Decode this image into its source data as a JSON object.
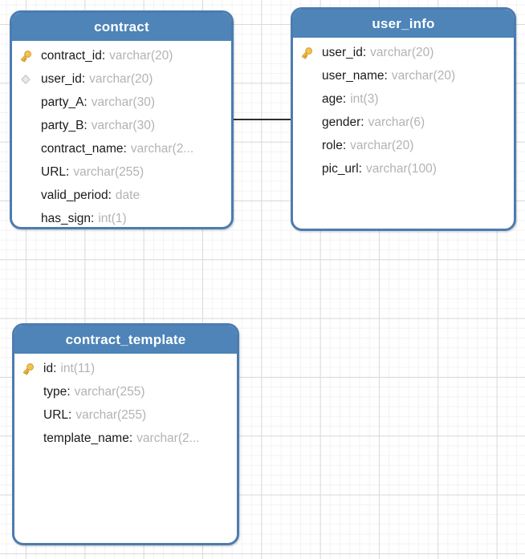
{
  "diagram": {
    "field_separator": ":",
    "relations": [
      {
        "from": "contract",
        "to": "user_info"
      }
    ]
  },
  "colors": {
    "header_bg": "#4e84b8",
    "card_border": "#4c7cb0",
    "header_text": "#ffffff",
    "field_name_text": "#1a1a1a",
    "field_type_text": "#b3b3b3",
    "relation_line": "#2d2d2d",
    "grid_minor_line": "#f3f3f3",
    "grid_major_line": "#dadada",
    "key_icon_fill": "#f6c445",
    "key_icon_stroke": "#cd9426",
    "diamond_icon_fill": "#e9e9e9",
    "diamond_icon_stroke": "#bdbdbd"
  },
  "tables": [
    {
      "title": "contract",
      "columns": [
        {
          "icon": "primary-key",
          "name": "contract_id",
          "type": "varchar(20)"
        },
        {
          "icon": "foreign-key",
          "name": "user_id",
          "type": "varchar(20)"
        },
        {
          "icon": "none",
          "name": "party_A",
          "type": "varchar(30)"
        },
        {
          "icon": "none",
          "name": "party_B",
          "type": "varchar(30)"
        },
        {
          "icon": "none",
          "name": "contract_name",
          "type": "varchar(2..."
        },
        {
          "icon": "none",
          "name": "URL",
          "type": "varchar(255)"
        },
        {
          "icon": "none",
          "name": "valid_period",
          "type": "date"
        },
        {
          "icon": "none",
          "name": "has_sign",
          "type": "int(1)"
        }
      ]
    },
    {
      "title": "user_info",
      "columns": [
        {
          "icon": "primary-key",
          "name": "user_id",
          "type": "varchar(20)"
        },
        {
          "icon": "none",
          "name": "user_name",
          "type": "varchar(20)"
        },
        {
          "icon": "none",
          "name": "age",
          "type": "int(3)"
        },
        {
          "icon": "none",
          "name": "gender",
          "type": "varchar(6)"
        },
        {
          "icon": "none",
          "name": "role",
          "type": "varchar(20)"
        },
        {
          "icon": "none",
          "name": "pic_url",
          "type": "varchar(100)"
        }
      ]
    },
    {
      "title": "contract_template",
      "columns": [
        {
          "icon": "primary-key",
          "name": "id",
          "type": "int(11)"
        },
        {
          "icon": "none",
          "name": "type",
          "type": "varchar(255)"
        },
        {
          "icon": "none",
          "name": "URL",
          "type": "varchar(255)"
        },
        {
          "icon": "none",
          "name": "template_name",
          "type": "varchar(2..."
        }
      ]
    }
  ]
}
